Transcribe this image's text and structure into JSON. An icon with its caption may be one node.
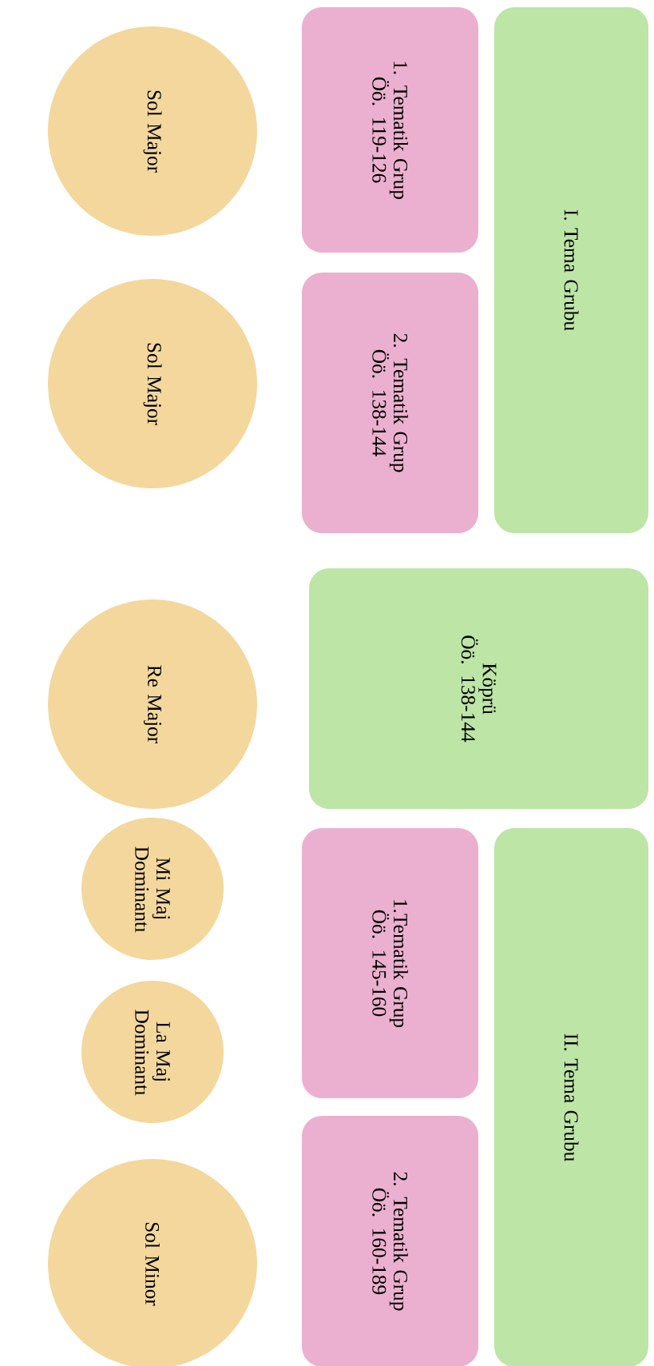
{
  "diagram": {
    "nodes": [
      {
        "text": [
          "I. Tema Grubu"
        ]
      },
      {
        "text": [
          "1. Tematik Grup",
          "Öö. 119-126"
        ]
      },
      {
        "text": [
          "2. Tematik Grup",
          "Öö. 138-144"
        ]
      },
      {
        "text": [
          "Sol Major"
        ]
      },
      {
        "text": [
          "Sol Major"
        ]
      },
      {
        "text": [
          "Köprü",
          "Öö. 138-144"
        ]
      },
      {
        "text": [
          "Re Major"
        ]
      },
      {
        "text": [
          "II. Tema Grubu"
        ]
      },
      {
        "text": [
          "1.Tematik Grup",
          "Öö. 145-160"
        ]
      },
      {
        "text": [
          "2. Tematik Grup",
          "Öö. 160-189"
        ]
      },
      {
        "text": [
          "Mi Maj Dominantı"
        ]
      },
      {
        "text": [
          "La Maj Dominantı"
        ]
      },
      {
        "text": [
          "Sol Minor"
        ]
      }
    ]
  }
}
